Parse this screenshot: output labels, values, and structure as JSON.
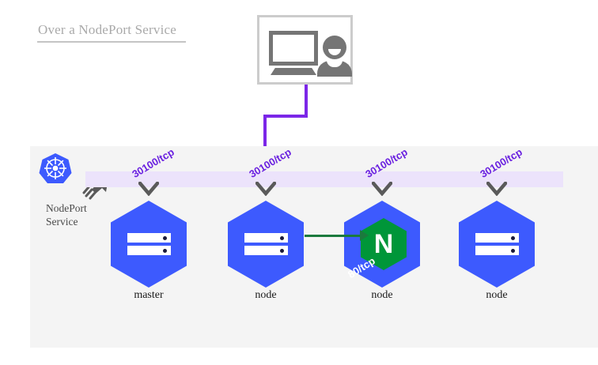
{
  "title": {
    "text": "Over a NodePort Service"
  },
  "client": {
    "monitor_icon": "desktop-monitor-icon",
    "user_icon": "user-avatar-icon"
  },
  "service": {
    "logo_icon": "kubernetes-logo-icon",
    "cursor_icon": "mouse-cursor-icon",
    "label_line1": "NodePort",
    "label_line2": "Service"
  },
  "colors": {
    "node_blue": "#3d5afe",
    "nginx_green": "#009639",
    "service_bar": "#ece3fb",
    "traffic_purple": "#7b26e8",
    "pod_arrow_green": "#1b7a3d",
    "canvas": "#f4f4f4",
    "title_gray": "#a9a9a9",
    "icon_gray": "#757575"
  },
  "nodeport_bar": {
    "port_labels": [
      "30100/tcp",
      "30100/tcp",
      "30100/tcp",
      "30100/tcp"
    ]
  },
  "nodes": [
    {
      "caption": "master",
      "type": "node",
      "has_pod": false
    },
    {
      "caption": "node",
      "type": "node",
      "has_pod": false
    },
    {
      "caption": "node",
      "type": "node",
      "has_pod": true,
      "pod_label": "N",
      "pod_port": "80/tcp"
    },
    {
      "caption": "node",
      "type": "node",
      "has_pod": false
    }
  ]
}
